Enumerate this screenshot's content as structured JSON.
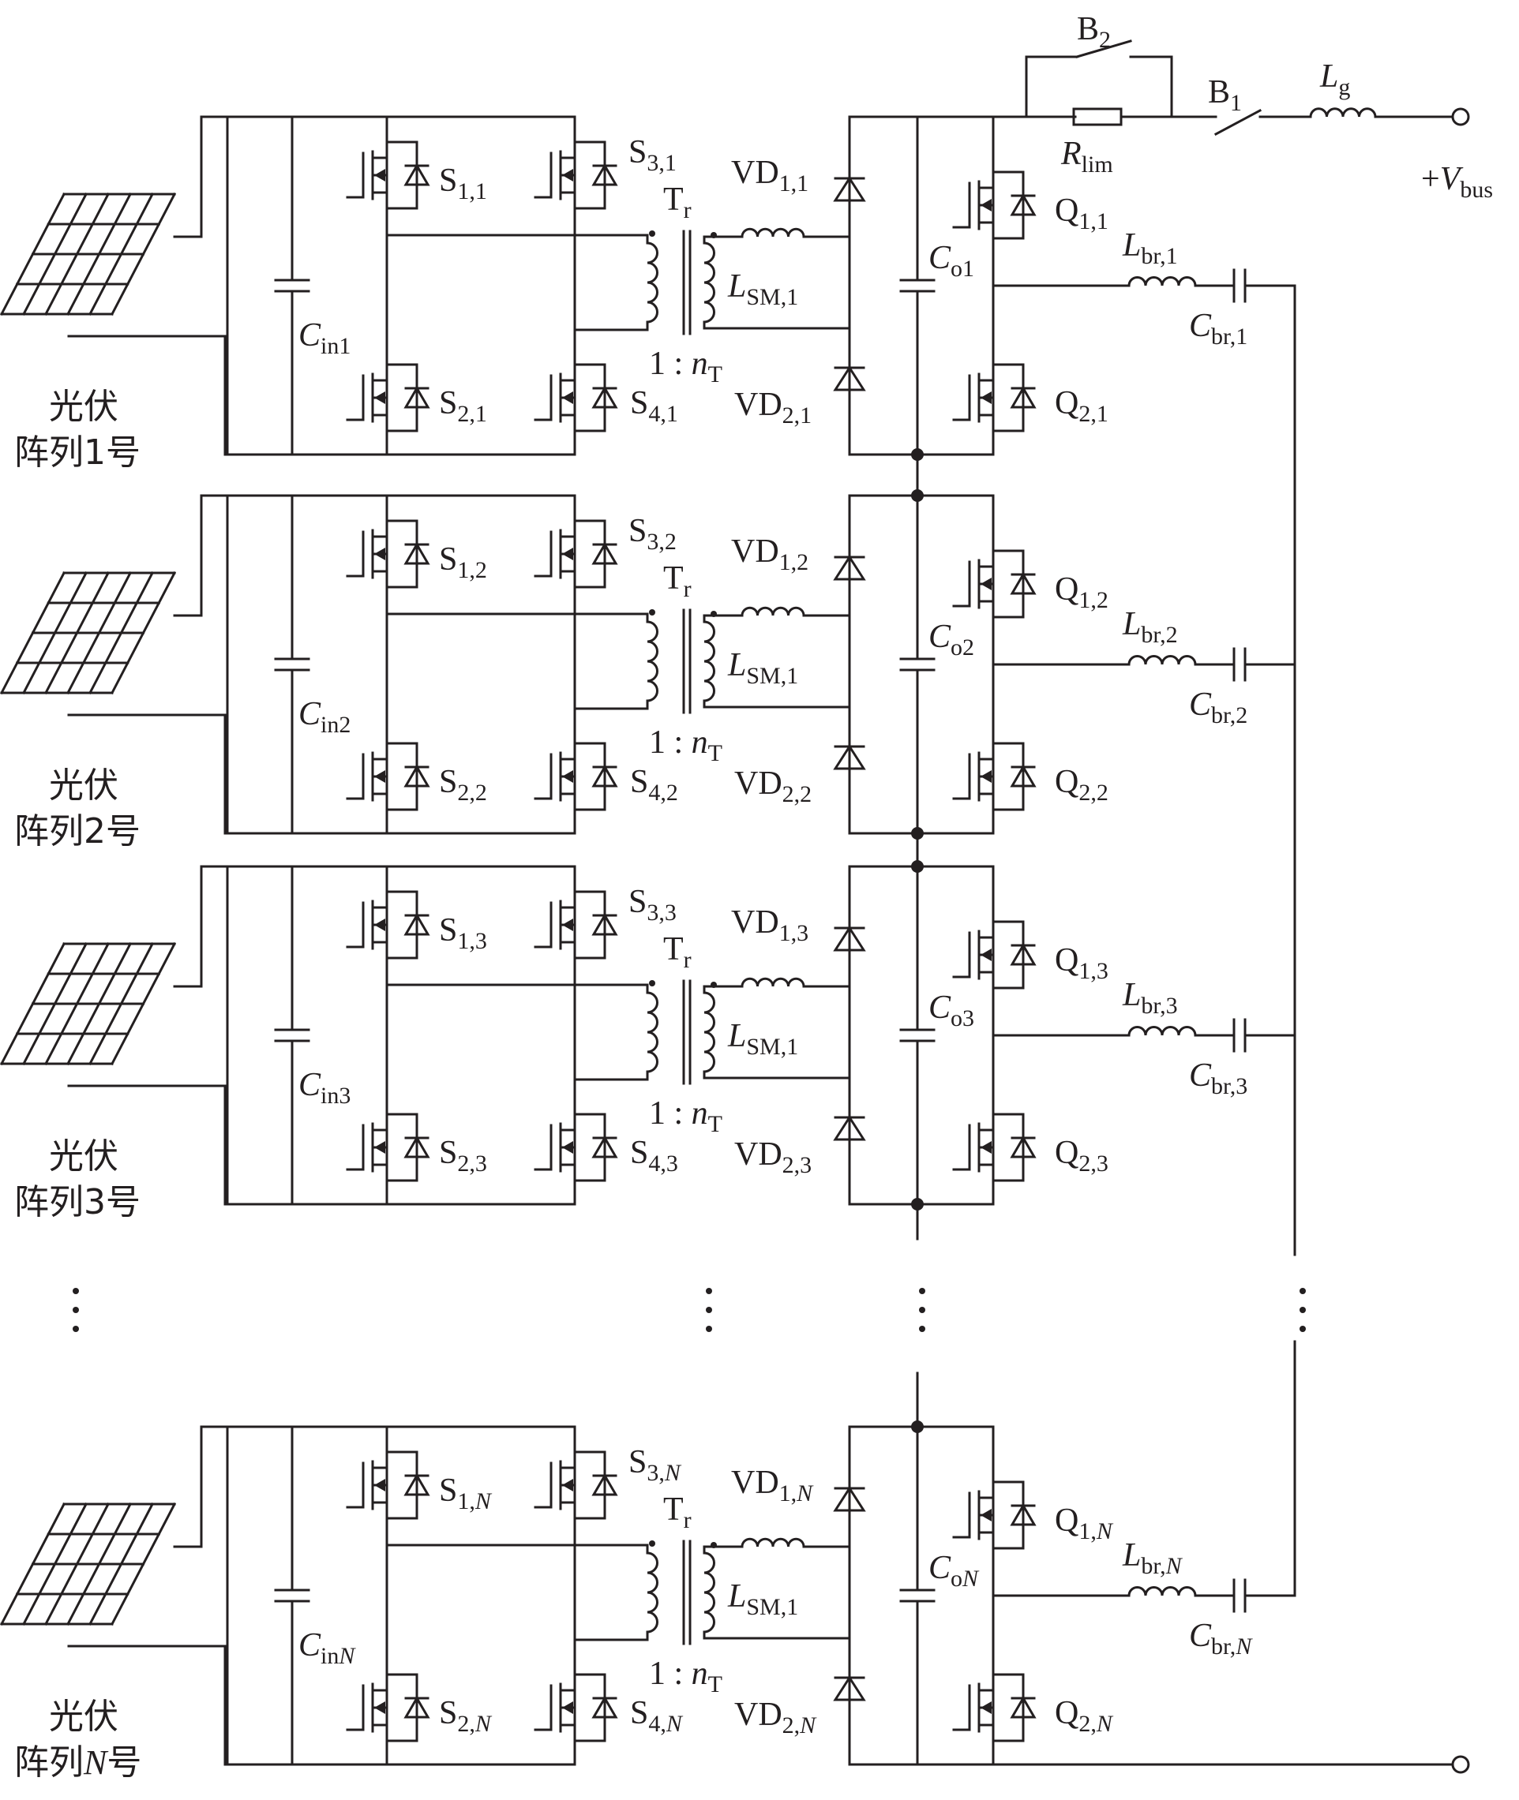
{
  "diagram": {
    "bus": {
      "positive_label": "+V",
      "positive_sub": "bus",
      "bypass_switch": "B",
      "bypass_switch_sub": "2",
      "main_switch": "B",
      "main_switch_sub": "1",
      "limit_resistor": "R",
      "limit_resistor_sub": "lim",
      "grid_inductor": "L",
      "grid_inductor_sub": "g"
    },
    "transformer": {
      "name": "T",
      "name_sub": "r",
      "ratio_prefix": "1 : n",
      "ratio_sub": "T",
      "leak": "L",
      "leak_sub": "SM,1"
    },
    "ellipsis": "⋮",
    "modules": [
      {
        "pv_line1": "光伏",
        "pv_line2": "阵列1号",
        "cin": "C",
        "cin_sub": "in1",
        "s1": "S",
        "s1_sub": "1,1",
        "s2": "S",
        "s2_sub": "2,1",
        "s3": "S",
        "s3_sub": "3,1",
        "s4": "S",
        "s4_sub": "4,1",
        "vd1": "VD",
        "vd1_sub": "1,1",
        "vd2": "VD",
        "vd2_sub": "2,1",
        "co": "C",
        "co_sub": "o1",
        "q1": "Q",
        "q1_sub": "1,1",
        "q2": "Q",
        "q2_sub": "2,1",
        "lbr": "L",
        "lbr_sub": "br,1",
        "cbr": "C",
        "cbr_sub": "br,1"
      },
      {
        "pv_line1": "光伏",
        "pv_line2": "阵列2号",
        "cin": "C",
        "cin_sub": "in2",
        "s1": "S",
        "s1_sub": "1,2",
        "s2": "S",
        "s2_sub": "2,2",
        "s3": "S",
        "s3_sub": "3,2",
        "s4": "S",
        "s4_sub": "4,2",
        "vd1": "VD",
        "vd1_sub": "1,2",
        "vd2": "VD",
        "vd2_sub": "2,2",
        "co": "C",
        "co_sub": "o2",
        "q1": "Q",
        "q1_sub": "1,2",
        "q2": "Q",
        "q2_sub": "2,2",
        "lbr": "L",
        "lbr_sub": "br,2",
        "cbr": "C",
        "cbr_sub": "br,2"
      },
      {
        "pv_line1": "光伏",
        "pv_line2": "阵列3号",
        "cin": "C",
        "cin_sub": "in3",
        "s1": "S",
        "s1_sub": "1,3",
        "s2": "S",
        "s2_sub": "2,3",
        "s3": "S",
        "s3_sub": "3,3",
        "s4": "S",
        "s4_sub": "4,3",
        "vd1": "VD",
        "vd1_sub": "1,3",
        "vd2": "VD",
        "vd2_sub": "2,3",
        "co": "C",
        "co_sub": "o3",
        "q1": "Q",
        "q1_sub": "1,3",
        "q2": "Q",
        "q2_sub": "2,3",
        "lbr": "L",
        "lbr_sub": "br,3",
        "cbr": "C",
        "cbr_sub": "br,3"
      },
      {
        "pv_line1": "光伏",
        "pv_line2": "阵列N号",
        "cin": "C",
        "cin_sub": "inN",
        "s1": "S",
        "s1_sub": "1,N",
        "s2": "S",
        "s2_sub": "2,N",
        "s3": "S",
        "s3_sub": "3,N",
        "s4": "S",
        "s4_sub": "4,N",
        "vd1": "VD",
        "vd1_sub": "1,N",
        "vd2": "VD",
        "vd2_sub": "2,N",
        "co": "C",
        "co_sub": "oN",
        "q1": "Q",
        "q1_sub": "1,N",
        "q2": "Q",
        "q2_sub": "2,N",
        "lbr": "L",
        "lbr_sub": "br,N",
        "cbr": "C",
        "cbr_sub": "br,N"
      }
    ]
  }
}
